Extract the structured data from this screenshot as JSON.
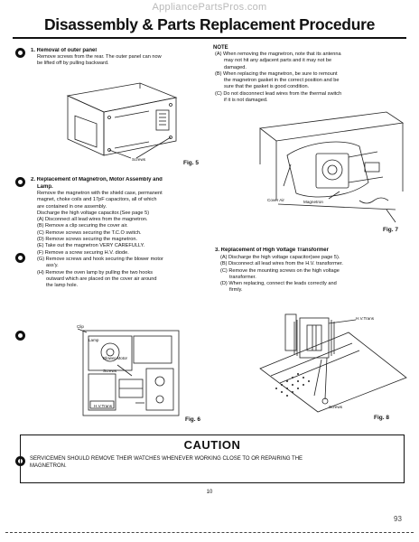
{
  "watermark": "AppliancePartsPros.com",
  "title": "Disassembly & Parts Replacement Procedure",
  "section1": {
    "heading": "1. Removal of outer panel",
    "lines": [
      "Remove screws from the rear. The outer panel can now",
      "be lifted off by pulling backward."
    ],
    "figure_label": "Fig. 5",
    "callout": "Screws"
  },
  "note": {
    "heading": "NOTE",
    "lines": [
      "(A) When removing the magnetron, note that its antenna",
      "may not hit any adjacent parts and it may not be",
      "damaged.",
      "(B) When replacing the magnetron, be sure to remount",
      "the magnetron gasket in the correct position and be",
      "sure that the gasket is good condition.",
      "(C) Do not disconnect lead wires from the thermal switch",
      "if it is not damaged."
    ]
  },
  "fig7": {
    "figure_label": "Fig. 7",
    "callouts": [
      "Cover Air",
      "Magnetron"
    ]
  },
  "section2": {
    "heading_lines": [
      "2. Replacement of Magnetron, Motor Assembly and",
      "Lamp."
    ],
    "lines": [
      "Remove the magnetron with the shield case, permanent",
      "magnet, choke coils and 17pF capacitors, all of which",
      "are contained in one assembly.",
      "Discharge the high voltage capacitor.(See page 5)",
      "(A) Disconnect all lead wires from the magnetron.",
      "(B) Remove a clip securing the cover air.",
      "(C) Remove screws securing the T.C.O switch.",
      "(D) Remove screws securing the magnetron.",
      "(E) Take out the magnetron VERY CAREFULLY.",
      "(F) Remove a screw securing H.V. diode.",
      "(G) Remove screws and hook securing the blower motor",
      "ass'y.",
      "(H) Remove the oven lamp by pulling the two hooks",
      "outward which are placed on the cover air around",
      "the lamp hole."
    ]
  },
  "section3": {
    "heading": "3. Replacement of High Voltage Transformer",
    "lines": [
      "(A) Discharge the high voltage capacitor(see page 5).",
      "(B) Disconnect all lead wires from the H.V. transformer.",
      "(C) Remove the mounting screws on the high voltage",
      "transformer.",
      "(D) When replacing, connect the leads correctly and",
      "firmly."
    ]
  },
  "fig6": {
    "figure_label": "Fig. 6",
    "callouts": [
      "Clip",
      "Lamp",
      "Blower Motor",
      "Screws",
      "H.V.Trans"
    ]
  },
  "fig8": {
    "figure_label": "Fig. 8",
    "callouts": [
      "H.V.Trans",
      "Screws"
    ]
  },
  "caution": {
    "title": "CAUTION",
    "lines": [
      "SERVICEMEN SHOULD REMOVE THEIR WATCHES WHENEVER WORKING CLOSE TO OR REPAIRING THE",
      "MAGNETRON."
    ]
  },
  "page_number": "10",
  "corner_mark": "93"
}
